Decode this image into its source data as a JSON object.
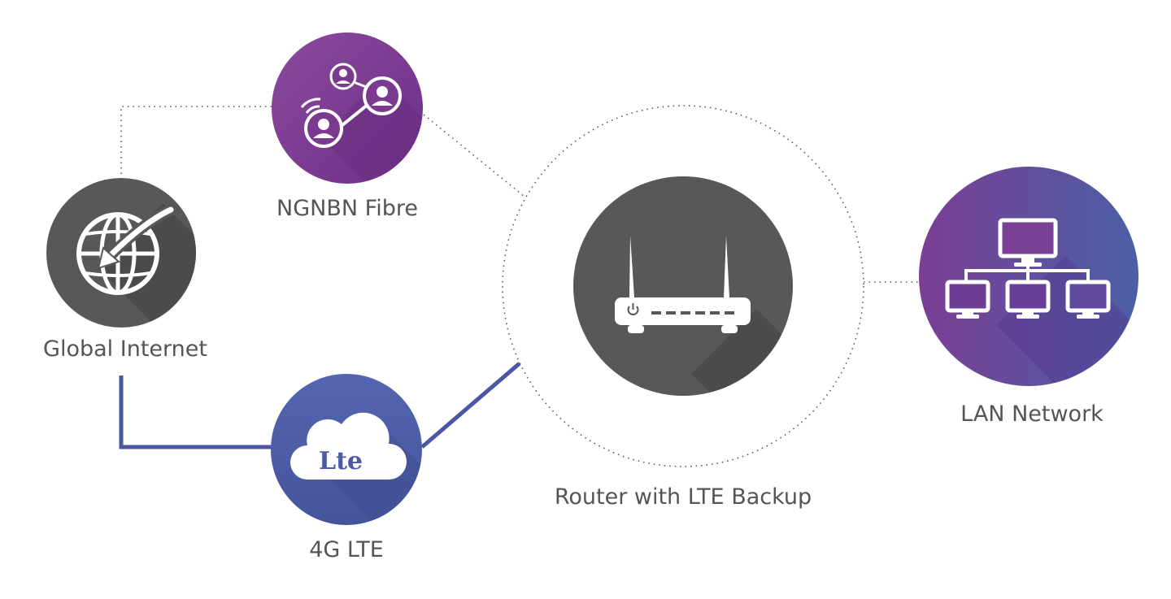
{
  "nodes": {
    "global_internet": {
      "label": "Global Internet",
      "icon": "globe-arrow-icon"
    },
    "ngnbn_fibre": {
      "label": "NGNBN Fibre",
      "icon": "people-network-icon"
    },
    "lte": {
      "label": "4G LTE",
      "icon": "lte-cloud-icon",
      "badge_text": "Lte"
    },
    "router": {
      "label": "Router with LTE Backup",
      "icon": "router-icon"
    },
    "lan": {
      "label": "LAN Network",
      "icon": "lan-computers-icon"
    }
  },
  "colors": {
    "dark_gray": "#58585a",
    "purple": "#7d3f92",
    "blue": "#4f5fa8",
    "link_primary": "#4b56a5",
    "link_dotted": "#555555",
    "label": "#555555"
  }
}
